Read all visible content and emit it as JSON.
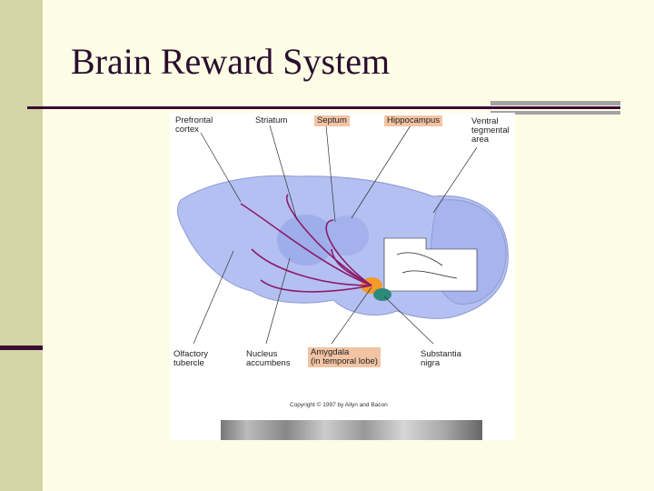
{
  "slide": {
    "title": "Brain Reward System",
    "colors": {
      "background": "#fdfde6",
      "band": "#d4d4a6",
      "rule": "#3b0b33",
      "brain": "#b4c0f2",
      "pathway": "#8c1a6b",
      "highlight": "#f2c4a4"
    }
  },
  "figure": {
    "labels": {
      "prefrontal_cortex": [
        "Prefrontal",
        "cortex"
      ],
      "striatum": "Striatum",
      "septum": "Septum",
      "hippocampus": "Hippocampus",
      "ventral_tegmental_area": [
        "Ventral",
        "tegmental",
        "area"
      ],
      "olfactory_tubercle": [
        "Olfactory",
        "tubercle"
      ],
      "nucleus_accumbens": [
        "Nucleus",
        "accumbens"
      ],
      "amygdala": [
        "Amygdala",
        "(in temporal lobe)"
      ],
      "substantia_nigra": [
        "Substantia",
        "nigra"
      ]
    },
    "copyright": "Copyright © 1997 by Allyn and Bacon"
  }
}
